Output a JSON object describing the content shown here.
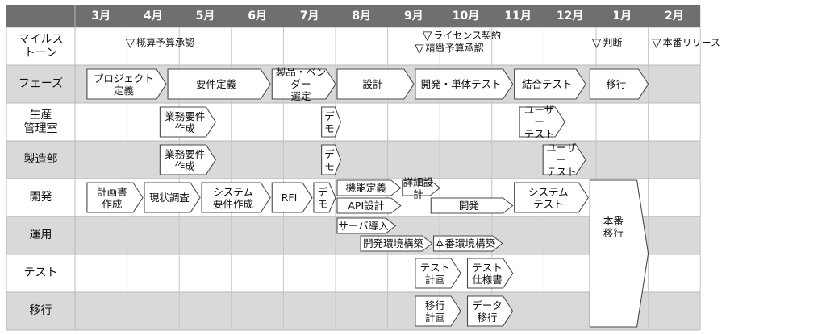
{
  "months": [
    "3月",
    "4月",
    "5月",
    "6月",
    "7月",
    "8月",
    "9月",
    "10月",
    "11月",
    "12月",
    "1月",
    "2月"
  ],
  "rows": [
    {
      "label": "マイルス\nトーン"
    },
    {
      "label": "フェーズ"
    },
    {
      "label": "生産\n管理室"
    },
    {
      "label": "製造部"
    },
    {
      "label": "開発"
    },
    {
      "label": "運用"
    },
    {
      "label": "テスト"
    },
    {
      "label": "移行"
    }
  ],
  "milestones": [
    {
      "label": "概算予算承認",
      "month_pos": 1.0
    },
    {
      "label": "ライセンス契約",
      "month_pos": 6.7
    },
    {
      "label": "精緻予算承認",
      "month_pos": 6.55
    },
    {
      "label": "判断",
      "month_pos": 9.95
    },
    {
      "label": "本番リリース",
      "month_pos": 11.1
    }
  ],
  "tasks": [
    {
      "row": 1,
      "start": 0.2,
      "end": 1.75,
      "label": "プロジェクト\n定義"
    },
    {
      "row": 1,
      "start": 1.75,
      "end": 3.75,
      "label": "要件定義"
    },
    {
      "row": 1,
      "start": 3.75,
      "end": 5.0,
      "label": "製品・ベンダー\n選定"
    },
    {
      "row": 1,
      "start": 5.0,
      "end": 6.5,
      "label": "設計"
    },
    {
      "row": 1,
      "start": 6.5,
      "end": 8.4,
      "label": "開発・単体テスト"
    },
    {
      "row": 1,
      "start": 8.4,
      "end": 9.8,
      "label": "結合テスト"
    },
    {
      "row": 1,
      "start": 9.85,
      "end": 11.0,
      "label": "移行"
    },
    {
      "row": 2,
      "start": 1.6,
      "end": 2.7,
      "label": "業務要件\n作成"
    },
    {
      "row": 2,
      "start": 4.7,
      "end": 5.1,
      "label": "デモ"
    },
    {
      "row": 2,
      "start": 8.5,
      "end": 9.4,
      "label": "ユーザー\nテスト"
    },
    {
      "row": 3,
      "start": 1.6,
      "end": 2.7,
      "label": "業務要件\n作成"
    },
    {
      "row": 3,
      "start": 4.7,
      "end": 5.1,
      "label": "デモ"
    },
    {
      "row": 3,
      "start": 8.95,
      "end": 9.8,
      "label": "ユーザー\nテスト"
    },
    {
      "row": 4,
      "start": 0.2,
      "end": 1.3,
      "label": "計画書\n作成"
    },
    {
      "row": 4,
      "start": 1.3,
      "end": 2.4,
      "label": "現状調査"
    },
    {
      "row": 4,
      "start": 2.4,
      "end": 3.75,
      "label": "システム\n要件作成"
    },
    {
      "row": 4,
      "start": 3.75,
      "end": 4.55,
      "label": "RFI"
    },
    {
      "row": 4,
      "start": 4.55,
      "end": 5.0,
      "label": "デモ"
    },
    {
      "row": 4,
      "start": 8.4,
      "end": 9.85,
      "label": "システム\nテスト"
    },
    {
      "row": 4,
      "start": 5.0,
      "end": 6.25,
      "sub": "top",
      "label": "機能定義"
    },
    {
      "row": 4,
      "start": 5.0,
      "end": 6.25,
      "sub": "bottom",
      "label": "API設計"
    },
    {
      "row": 4,
      "start": 6.25,
      "end": 7.0,
      "sub": "top",
      "label": "詳細設計"
    },
    {
      "row": 4,
      "start": 6.8,
      "end": 8.4,
      "sub": "bottom",
      "label": "開発"
    },
    {
      "row": 5,
      "start": 5.0,
      "end": 6.15,
      "sub": "top",
      "label": "サーバ導入"
    },
    {
      "row": 5,
      "start": 5.45,
      "end": 6.85,
      "sub": "bottom",
      "label": "開発環境構築"
    },
    {
      "row": 5,
      "start": 6.85,
      "end": 8.2,
      "sub": "bottom",
      "label": "本番環境構築"
    },
    {
      "row": 6,
      "start": 6.5,
      "end": 7.4,
      "label": "テスト\n計画"
    },
    {
      "row": 6,
      "start": 7.5,
      "end": 8.4,
      "label": "テスト\n仕様書"
    },
    {
      "row": 7,
      "start": 6.5,
      "end": 7.4,
      "label": "移行\n計画"
    },
    {
      "row": 7,
      "start": 7.5,
      "end": 8.4,
      "label": "データ\n移行"
    }
  ],
  "big_task": {
    "label": "本番\n移行",
    "start": 9.85,
    "end": 11.0,
    "row_from": 4,
    "row_to": 7
  }
}
